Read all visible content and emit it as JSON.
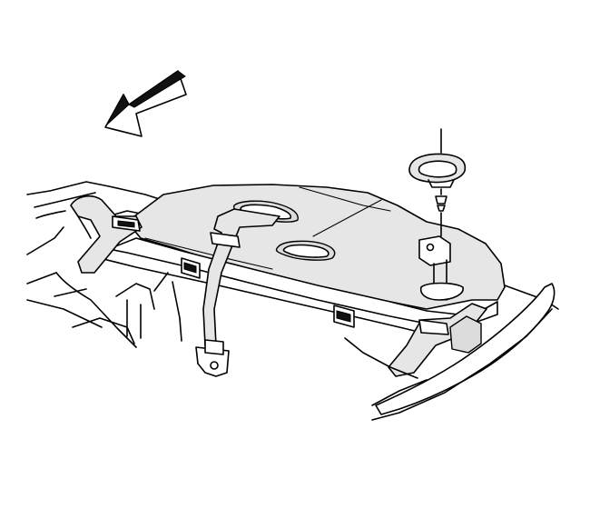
{
  "diagram": {
    "parts": [
      {
        "id": "direction-arrow",
        "icon": "forward-arrow-icon"
      },
      {
        "id": "rear-window-panel",
        "icon": "package-shelf-icon"
      },
      {
        "id": "seat-belt-left",
        "icon": "seat-belt-icon"
      },
      {
        "id": "seat-belt-center",
        "icon": "seat-belt-icon"
      },
      {
        "id": "seat-belt-right",
        "icon": "seat-belt-icon"
      },
      {
        "id": "retainer-grommet",
        "icon": "grommet-icon"
      },
      {
        "id": "push-pin-fastener",
        "icon": "push-pin-icon"
      },
      {
        "id": "anchor-bracket",
        "icon": "anchor-bracket-icon"
      }
    ],
    "colors": {
      "line": "#000000",
      "panel_fill": "#e6e6e6",
      "background": "#ffffff"
    }
  }
}
